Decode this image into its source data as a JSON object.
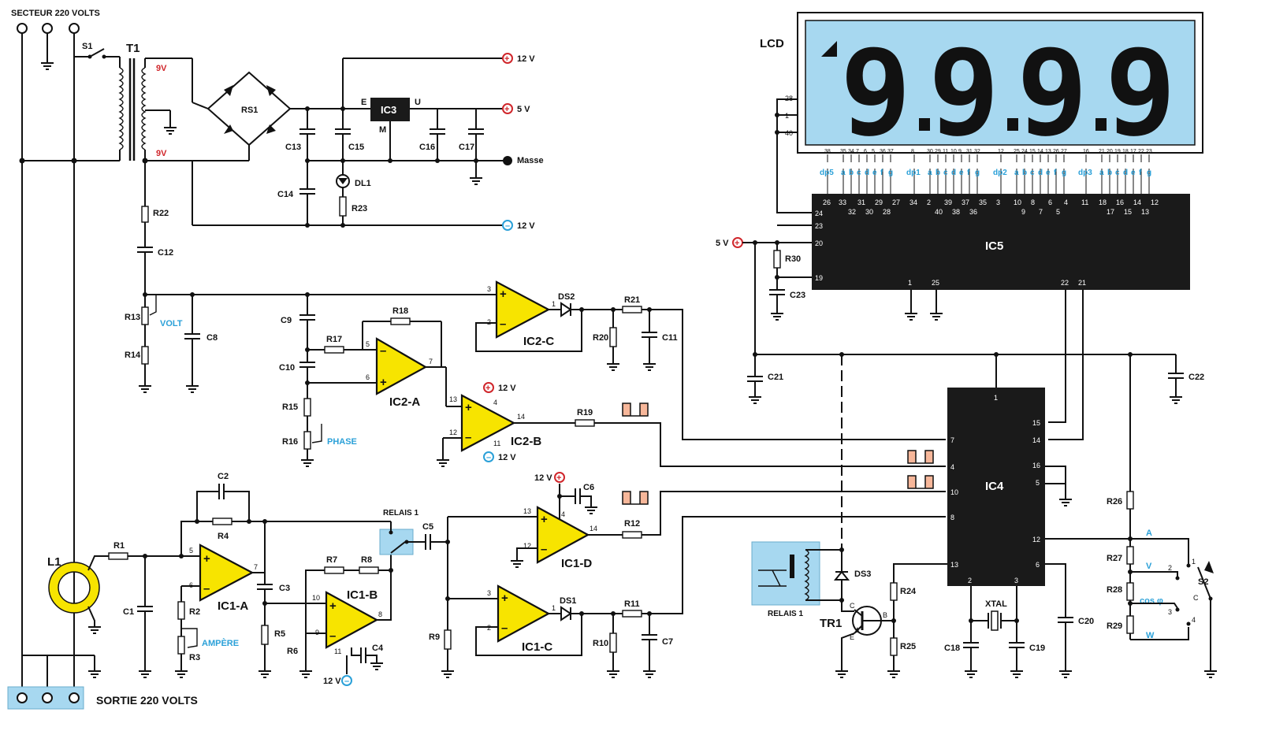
{
  "mains": {
    "in_label": "SECTEUR 220 VOLTS",
    "out_label": "SORTIE 220 VOLTS"
  },
  "power": {
    "p12": "12 V",
    "p5": "5 V",
    "masse": "Masse",
    "n12": "12 V",
    "s1": "S1",
    "t1": "T1",
    "v9a": "9V",
    "v9b": "9V",
    "rs1": "RS1",
    "ic3": "IC3",
    "ic3_e": "E",
    "ic3_u": "U",
    "ic3_m": "M",
    "c13": "C13",
    "c14": "C14",
    "c15": "C15",
    "c16": "C16",
    "c17": "C17",
    "dl1": "DL1",
    "r23": "R23"
  },
  "voltage": {
    "r22": "R22",
    "c12": "C12",
    "r13": "R13",
    "volt": "VOLT",
    "r14": "R14",
    "c8": "C8",
    "c9": "C9",
    "c10": "C10",
    "r17": "R17",
    "r18": "R18",
    "r15": "R15",
    "r16": "R16",
    "phase": "PHASE",
    "ic2a": "IC2-A",
    "ic2b": "IC2-B",
    "ic2c": "IC2-C",
    "ds2": "DS2",
    "r21": "R21",
    "r20": "R20",
    "c11": "C11",
    "r19": "R19",
    "pin3": "3",
    "pin2": "2",
    "pin1": "1",
    "pin5": "5",
    "pin6": "6",
    "pin7": "7",
    "pin13": "13",
    "pin12": "12",
    "pin14": "14",
    "pin4": "4",
    "pin11": "11",
    "p12": "12 V",
    "n12": "12 V"
  },
  "current": {
    "l1": "L1",
    "r1": "R1",
    "c1": "C1",
    "c2": "C2",
    "r4": "R4",
    "r2": "R2",
    "r3": "R3",
    "ampere": "AMPÈRE",
    "ic1a": "IC1-A",
    "c3": "C3",
    "r5": "R5",
    "r6": "R6",
    "r7": "R7",
    "r8": "R8",
    "ic1b": "IC1-B",
    "c4": "C4",
    "n12": "12 V",
    "relais": "RELAIS 1",
    "c5": "C5",
    "ic1c": "IC1-C",
    "ic1d": "IC1-D",
    "c6": "C6",
    "p12": "12 V",
    "r9": "R9",
    "ds1": "DS1",
    "r11": "R11",
    "r10": "R10",
    "c7": "C7",
    "r12": "R12",
    "pin5": "5",
    "pin6": "6",
    "pin7": "7",
    "pin10": "10",
    "pin9": "9",
    "pin8": "8",
    "pin11": "11",
    "pin13": "13",
    "pin4": "4",
    "pin12": "12",
    "pin14": "14",
    "pin3": "3",
    "pin2": "2",
    "pin1": "1"
  },
  "display": {
    "lcd_label": "LCD",
    "digits": [
      "9",
      "9",
      "9",
      "9"
    ],
    "lcd_pins_left": [
      "28",
      "1",
      "40"
    ],
    "lcd_top_pins": [
      "38",
      "35",
      "34",
      "7",
      "6",
      "5",
      "36",
      "37",
      "8",
      "30",
      "29",
      "11",
      "10",
      "9",
      "31",
      "32",
      "12",
      "25",
      "24",
      "15",
      "14",
      "13",
      "26",
      "27",
      "16",
      "21",
      "20",
      "19",
      "18",
      "17",
      "22",
      "23"
    ],
    "segment_labels": [
      "dp5",
      "a",
      "b",
      "c",
      "d",
      "e",
      "f",
      "g",
      "dp1",
      "a",
      "b",
      "c",
      "d",
      "e",
      "f",
      "g",
      "dp2",
      "a",
      "b",
      "c",
      "d",
      "e",
      "f",
      "g",
      "dp3",
      "a",
      "b",
      "c",
      "d",
      "e",
      "f",
      "g"
    ],
    "ic5_top_row1": [
      "26",
      "33",
      "31",
      "29",
      "27",
      "34",
      "2",
      "39",
      "37",
      "35",
      "3",
      "10",
      "8",
      "6",
      "4",
      "11",
      "18",
      "16",
      "14",
      "12"
    ],
    "ic5_top_row2": [
      "32",
      "30",
      "28",
      "40",
      "38",
      "36",
      "9",
      "7",
      "5",
      "17",
      "15",
      "13"
    ],
    "ic5": "IC5",
    "ic5_left": [
      "24",
      "23",
      "20",
      "19"
    ],
    "ic5_bottom": [
      "1",
      "25",
      "22",
      "21"
    ],
    "v5": "5 V",
    "r30": "R30",
    "c23": "C23"
  },
  "controller": {
    "ic4": "IC4",
    "c21": "C21",
    "c22": "C22",
    "pin1": "1",
    "pin7": "7",
    "pin4": "4",
    "pin10": "10",
    "pin8": "8",
    "pin13": "13",
    "pin15": "15",
    "pin14": "14",
    "pin16": "16",
    "pin5": "5",
    "pin12": "12",
    "pin6": "6",
    "pin2": "2",
    "pin3": "3",
    "xtal": "XTAL",
    "c18": "C18",
    "c19": "C19",
    "c20": "C20",
    "ds3": "DS3",
    "tr1": "TR1",
    "r24": "R24",
    "r25": "R25",
    "relais": "RELAIS 1",
    "tr_c": "C",
    "tr_b": "B",
    "tr_e": "E",
    "r26": "R26",
    "r27": "R27",
    "r28": "R28",
    "r29": "R29",
    "a": "A",
    "v": "V",
    "cosphi": "cos φ",
    "w": "W",
    "s2": "S2",
    "s2_c": "C",
    "s2_1": "1",
    "s2_2": "2",
    "s2_3": "3",
    "s2_4": "4"
  }
}
